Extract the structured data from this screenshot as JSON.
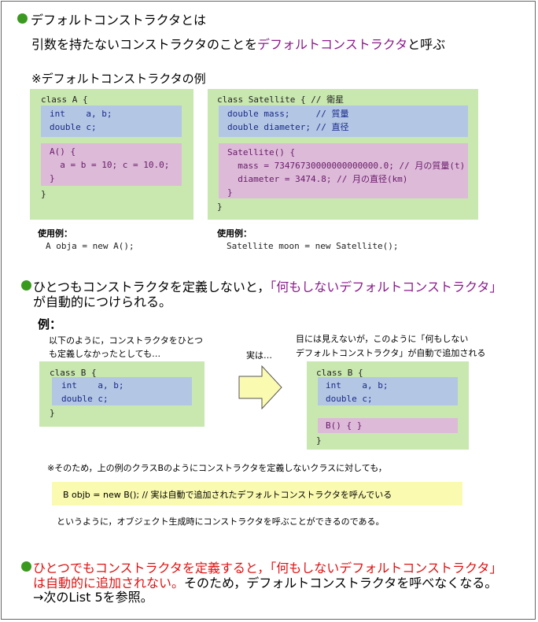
{
  "section1": {
    "title": "デフォルトコンストラクタとは",
    "desc_prefix": "引数を持たないコンストラクタのことを",
    "desc_highlight": "デフォルトコンストラクタ",
    "desc_suffix": "と呼ぶ",
    "example_title": "※デフォルトコンストラクタの例",
    "classA": {
      "header": "class A {",
      "fields": [
        "int    a, b;",
        "double c;"
      ],
      "ctor": [
        "A() {",
        "  a = b = 10; c = 10.0;",
        "}"
      ],
      "footer": "}"
    },
    "classSatellite": {
      "header": "class Satellite { // 衛星",
      "fields": [
        "double mass;     // 質量",
        "double diameter; // 直径"
      ],
      "ctor": [
        "Satellite() {",
        "  mass = 73476730000000000000.0; // 月の質量(t)",
        "  diameter = 3474.8; // 月の直径(km)",
        "}"
      ],
      "footer": "}"
    },
    "usage_label_a": "使用例：",
    "usage_code_a": "A obja = new A();",
    "usage_label_b": "使用例：",
    "usage_code_b": "Satellite moon = new Satellite();"
  },
  "section2": {
    "title_prefix": "ひとつもコンストラクタを定義しないと，",
    "title_highlight": "「何もしないデフォルトコンストラクタ」",
    "title_line2": "が自動的につけられる。",
    "example_label": "例：",
    "left_note_line1": "以下のように，コンストラクタをひとつ",
    "left_note_line2": "も定義しなかったとしても…",
    "middle_note": "実は…",
    "right_note_line1": "目には見えないが，このように「何もしない",
    "right_note_line2": "デフォルトコンストラクタ」が自動で追加される",
    "classB_left": {
      "header": "class B {",
      "fields": [
        "int    a, b;",
        "double c;"
      ],
      "footer": "}"
    },
    "classB_right": {
      "header": "class B {",
      "fields": [
        "int    a, b;",
        "double c;"
      ],
      "ctor": "B() { }",
      "footer": "}"
    },
    "note": "※そのため，上の例のクラスBのようにコンストラクタを定義しないクラスに対しても，",
    "code_line": "B objb = new B();  // 実は自動で追加されたデフォルトコンストラクタを呼んでいる",
    "closing": "というように，オブジェクト生成時にコンストラクタを呼ぶことができるのである。"
  },
  "section3": {
    "line1": "ひとつでもコンストラクタを定義すると，「何もしないデフォルトコンストラクタ」",
    "line2_red": "は自動的に追加されない。",
    "line2_black": "そのため，デフォルトコンストラクタを呼べなくなる。",
    "line3": "→次のList 5を参照。"
  },
  "colors": {
    "bullet": "#3a9a1f",
    "purple": "#8b1a8b",
    "red": "#e01010",
    "green_box": "#c9e8b0",
    "blue_box": "#b3c6e4",
    "pink_box": "#dcbad8",
    "yellow_box": "#fafab0"
  }
}
